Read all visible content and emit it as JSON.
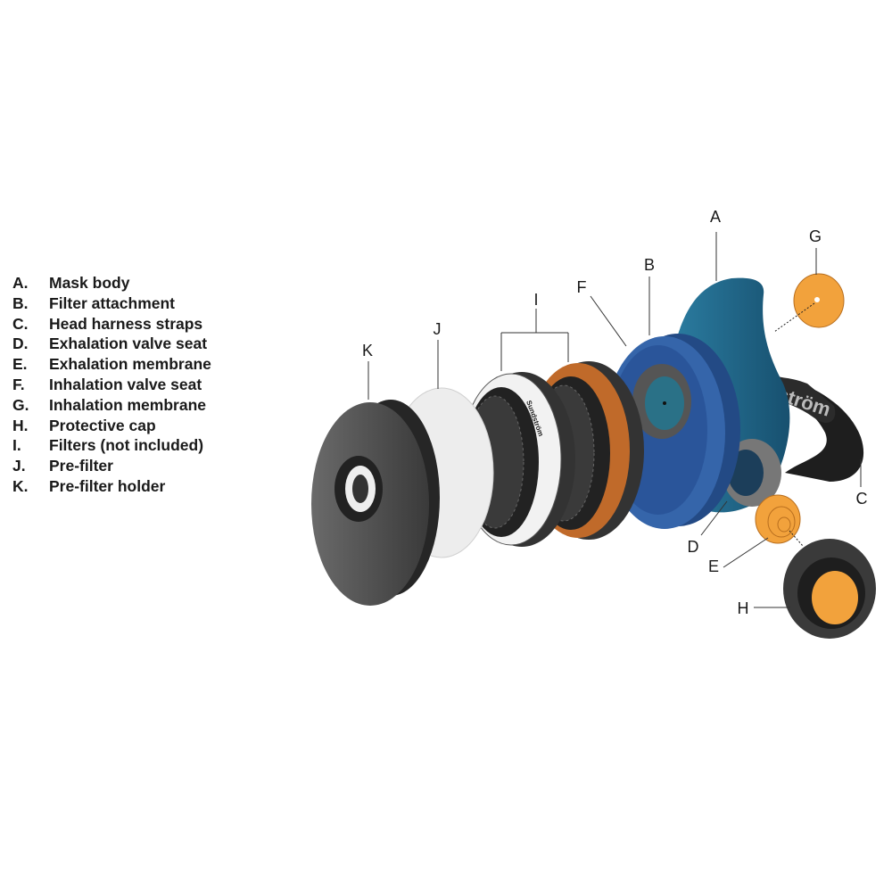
{
  "legend": [
    {
      "key": "A.",
      "label": "Mask body"
    },
    {
      "key": "B.",
      "label": "Filter attachment"
    },
    {
      "key": "C.",
      "label": "Head harness straps"
    },
    {
      "key": "D.",
      "label": "Exhalation valve seat"
    },
    {
      "key": "E.",
      "label": "Exhalation membrane"
    },
    {
      "key": "F.",
      "label": "Inhalation valve seat"
    },
    {
      "key": "G.",
      "label": "Inhalation membrane"
    },
    {
      "key": "H.",
      "label": "Protective cap"
    },
    {
      "key": "I.",
      "label": "Filters (not included)"
    },
    {
      "key": "J.",
      "label": "Pre-filter"
    },
    {
      "key": "K.",
      "label": "Pre-filter holder"
    }
  ],
  "callouts": {
    "A": "A",
    "B": "B",
    "C": "C",
    "D": "D",
    "E": "E",
    "F": "F",
    "G": "G",
    "H": "H",
    "I": "I",
    "J": "J",
    "K": "K"
  },
  "strap_text": "ström",
  "filter_brand": "Sundström",
  "colors": {
    "mask_blue": "#1f5f86",
    "attachment_blue": "#2f5ea3",
    "orange": "#f2a23c",
    "dark": "#2b2b2b"
  }
}
